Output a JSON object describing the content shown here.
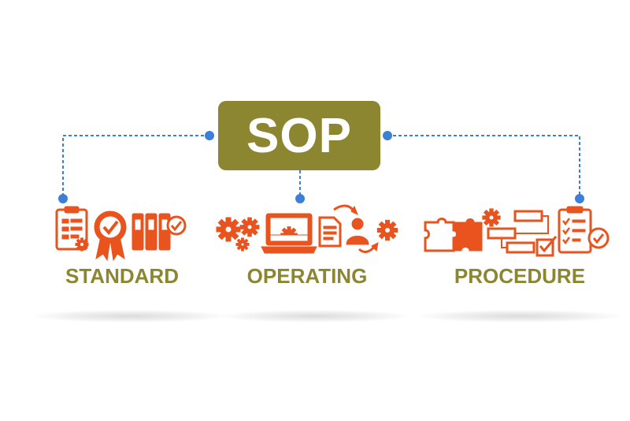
{
  "title": "SOP",
  "words": [
    "STANDARD",
    "OPERATING",
    "PROCEDURE"
  ],
  "colors": {
    "accent_box": "#8c8630",
    "word_text": "#8c8630",
    "icon": "#e8531e",
    "connector": "#3b7fd8",
    "title_text": "#ffffff"
  },
  "icons": {
    "standard": [
      "clipboard-gear-icon",
      "award-ribbon-check-icon",
      "binders-check-icon"
    ],
    "operating": [
      "gears-icon",
      "laptop-gear-icon",
      "document-person-icon",
      "gear-icon"
    ],
    "procedure": [
      "puzzle-pieces-icon",
      "gear-icon",
      "flowchart-check-icon",
      "clipboard-checklist-icon"
    ]
  }
}
